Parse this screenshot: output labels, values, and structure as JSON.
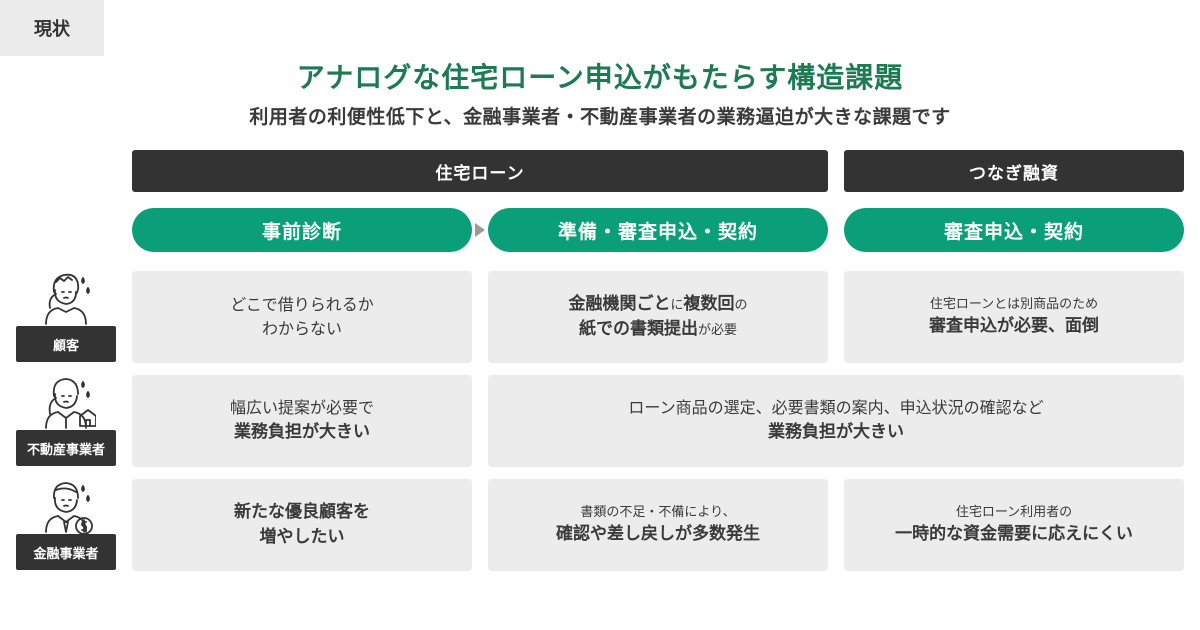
{
  "tag": "現状",
  "title": "アナログな住宅ローン申込がもたらす構造課題",
  "subtitle": "利用者の利便性低下と、金融事業者・不動産事業者の業務逼迫が大きな課題です",
  "headers": {
    "housing_loan": "住宅ローン",
    "bridge_loan": "つなぎ融資"
  },
  "phases": {
    "pre_screening": "事前診断",
    "preparation": "準備・審査申込・契約",
    "application": "審査申込・契約"
  },
  "rows": {
    "customer": {
      "label": "顧客",
      "icon": "worried-person-icon",
      "c1": {
        "line1": "どこで借りられるか",
        "line2": "わからない"
      },
      "c2": {
        "line1a": "金融機関ごと",
        "line1b": "に",
        "line1c": "複数回",
        "line1d": "の",
        "line2a": "紙での書類提出",
        "line2b": "が必要"
      },
      "c3": {
        "line1": "住宅ローンとは別商品のため",
        "line2": "審査申込が必要、面倒"
      }
    },
    "real_estate": {
      "label": "不動産事業者",
      "icon": "worried-agent-icon",
      "c1": {
        "line1": "幅広い提案が必要で",
        "line2": "業務負担が大きい"
      },
      "c2": {
        "line1": "ローン商品の選定、必要書類の案内、申込状況の確認など",
        "line2": "業務負担が大きい"
      }
    },
    "finance": {
      "label": "金融事業者",
      "icon": "banker-icon",
      "c1": {
        "line1": "新たな優良顧客を",
        "line2": "増やしたい"
      },
      "c2": {
        "line1": "書類の不足・不備により、",
        "line2": "確認や差し戻しが多数発生"
      },
      "c3": {
        "line1": "住宅ローン利用者の",
        "line2": "一時的な資金需要に応えにくい"
      }
    }
  },
  "colors": {
    "accent": "#0a9f78",
    "title": "#1e7a52",
    "dark": "#333333",
    "cell": "#ececec"
  }
}
